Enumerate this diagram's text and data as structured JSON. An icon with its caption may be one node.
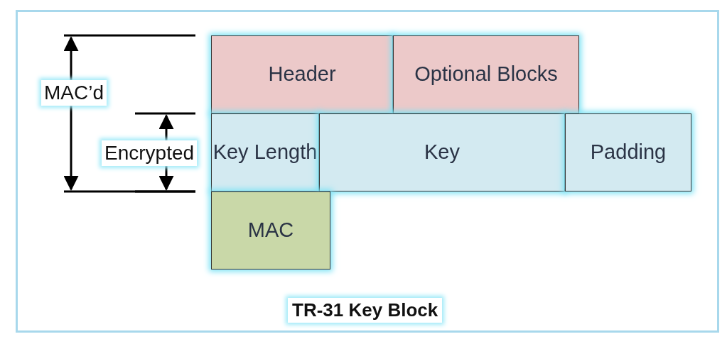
{
  "diagram": {
    "caption": "TR-31 Key Block",
    "nodes": [
      {
        "text": [
          "Header"
        ]
      },
      {
        "text": [
          "Optional Blocks"
        ]
      },
      {
        "text": [
          "Key Length"
        ]
      },
      {
        "text": [
          "Key"
        ]
      },
      {
        "text": [
          "Padding"
        ]
      },
      {
        "text": [
          "MAC"
        ]
      }
    ],
    "edges": [],
    "labels": [
      "MAC’d",
      "Encrypted"
    ]
  }
}
